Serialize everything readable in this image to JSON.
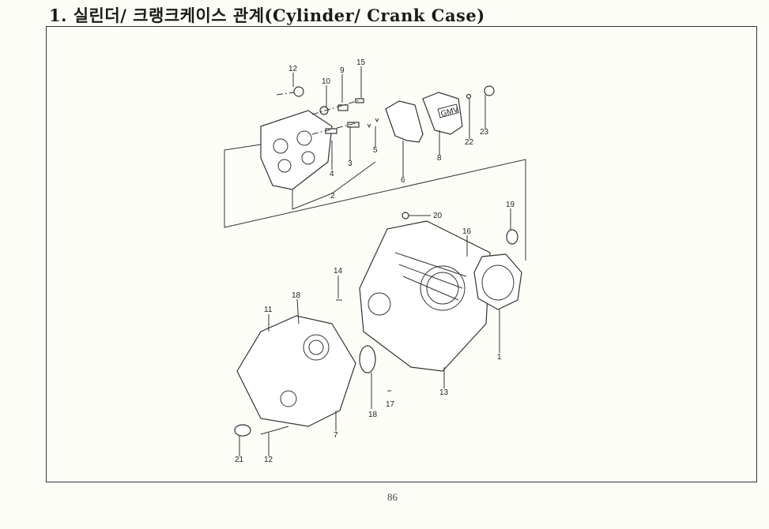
{
  "title": "1. 실린더/ 크랭크케이스 관계(Cylinder/ Crank Case)",
  "page_number": "86",
  "diagram": {
    "cover_logo": "GMV",
    "part_labels": [
      "12",
      "10",
      "9",
      "15",
      "4",
      "3",
      "5",
      "2",
      "6",
      "8",
      "22",
      "23",
      "20",
      "19",
      "16",
      "14",
      "18",
      "11",
      "1",
      "13",
      "17",
      "18",
      "7",
      "21",
      "12"
    ]
  }
}
